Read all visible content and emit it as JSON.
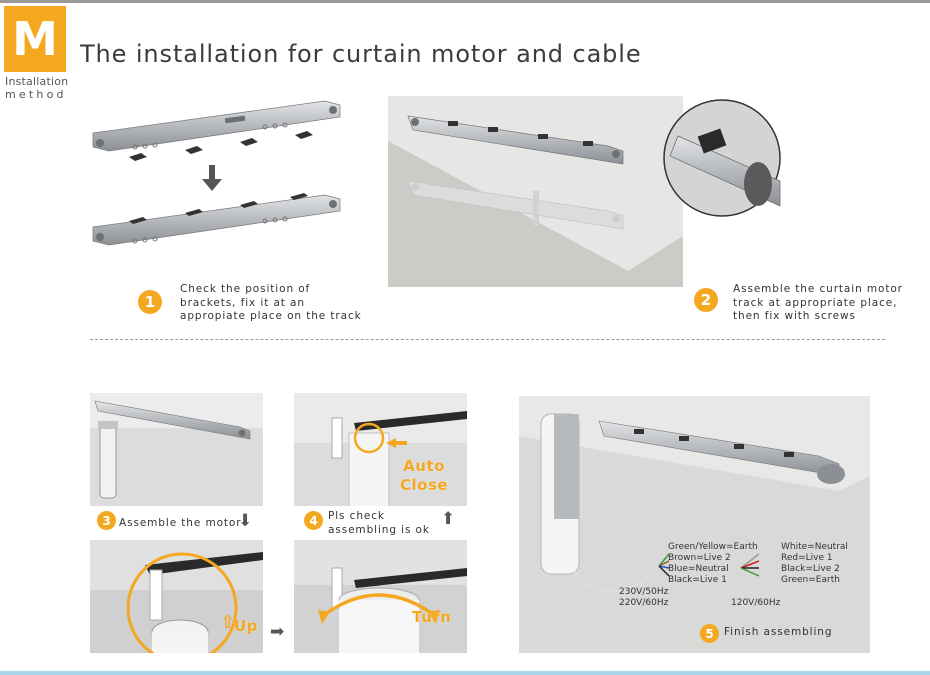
{
  "header": {
    "logo_letter": "M",
    "subtitle_line1": "Installation",
    "subtitle_line2": "method",
    "title": "The installation for curtain motor and cable"
  },
  "steps": [
    {
      "number": "1",
      "lines": [
        "Check the position of",
        "brackets, fix it at an",
        "appropiate place on the track"
      ]
    },
    {
      "number": "2",
      "lines": [
        "Assemble the curtain motor",
        "track at appropriate place,",
        "then fix with screws"
      ]
    },
    {
      "number": "3",
      "lines": [
        "Assemble the motor"
      ]
    },
    {
      "number": "4",
      "lines": [
        "Pls check",
        "assembling is ok"
      ]
    },
    {
      "number": "5",
      "lines": [
        "Finish assembling"
      ]
    }
  ],
  "labels": {
    "auto_close": [
      "Auto",
      "Close"
    ],
    "up": "Up",
    "turn": "Turn"
  },
  "wiring": {
    "left": [
      "Green/Yellow=Earth",
      "Brown=Live 2",
      "Blue=Neutral",
      "Black=Live 1"
    ],
    "right": [
      "White=Neutral",
      "Red=Live 1",
      "Black=Live 2",
      "Green=Earth"
    ],
    "left_voltage": [
      "230V/50Hz",
      "220V/60Hz"
    ],
    "right_voltage": "120V/60Hz"
  },
  "colors": {
    "accent": "#f4a820",
    "track": "#b9bcc0",
    "panel": "#e6e6e6"
  }
}
